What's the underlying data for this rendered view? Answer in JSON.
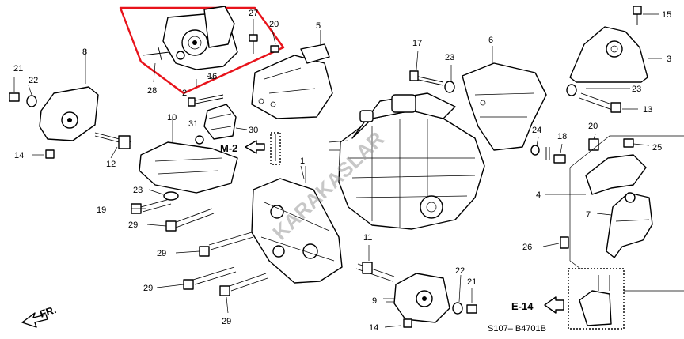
{
  "diagram": {
    "callouts": {
      "c1": "1",
      "c2": "2",
      "c3": "3",
      "c4": "4",
      "c5": "5",
      "c6": "6",
      "c7": "7",
      "c8": "8",
      "c9": "9",
      "c10": "10",
      "c11": "11",
      "c12": "12",
      "c13": "13",
      "c14a": "14",
      "c14b": "14",
      "c15": "15",
      "c16": "16",
      "c17": "17",
      "c18": "18",
      "c19": "19",
      "c20a": "20",
      "c20b": "20",
      "c21a": "21",
      "c21b": "21",
      "c22a": "22",
      "c22b": "22",
      "c23a": "23",
      "c23b": "23",
      "c23c": "23",
      "c24": "24",
      "c25": "25",
      "c26": "26",
      "c27": "27",
      "c28": "28",
      "c29a": "29",
      "c29b": "29",
      "c29c": "29",
      "c29d": "29",
      "c30": "30",
      "c31": "31"
    },
    "ref_m2": "M-2",
    "ref_e14": "E-14",
    "front_label": "FR.",
    "diagram_code": "S107– B4701B",
    "watermark": "KARAKASLAR"
  },
  "highlight_color": "#e8131b"
}
